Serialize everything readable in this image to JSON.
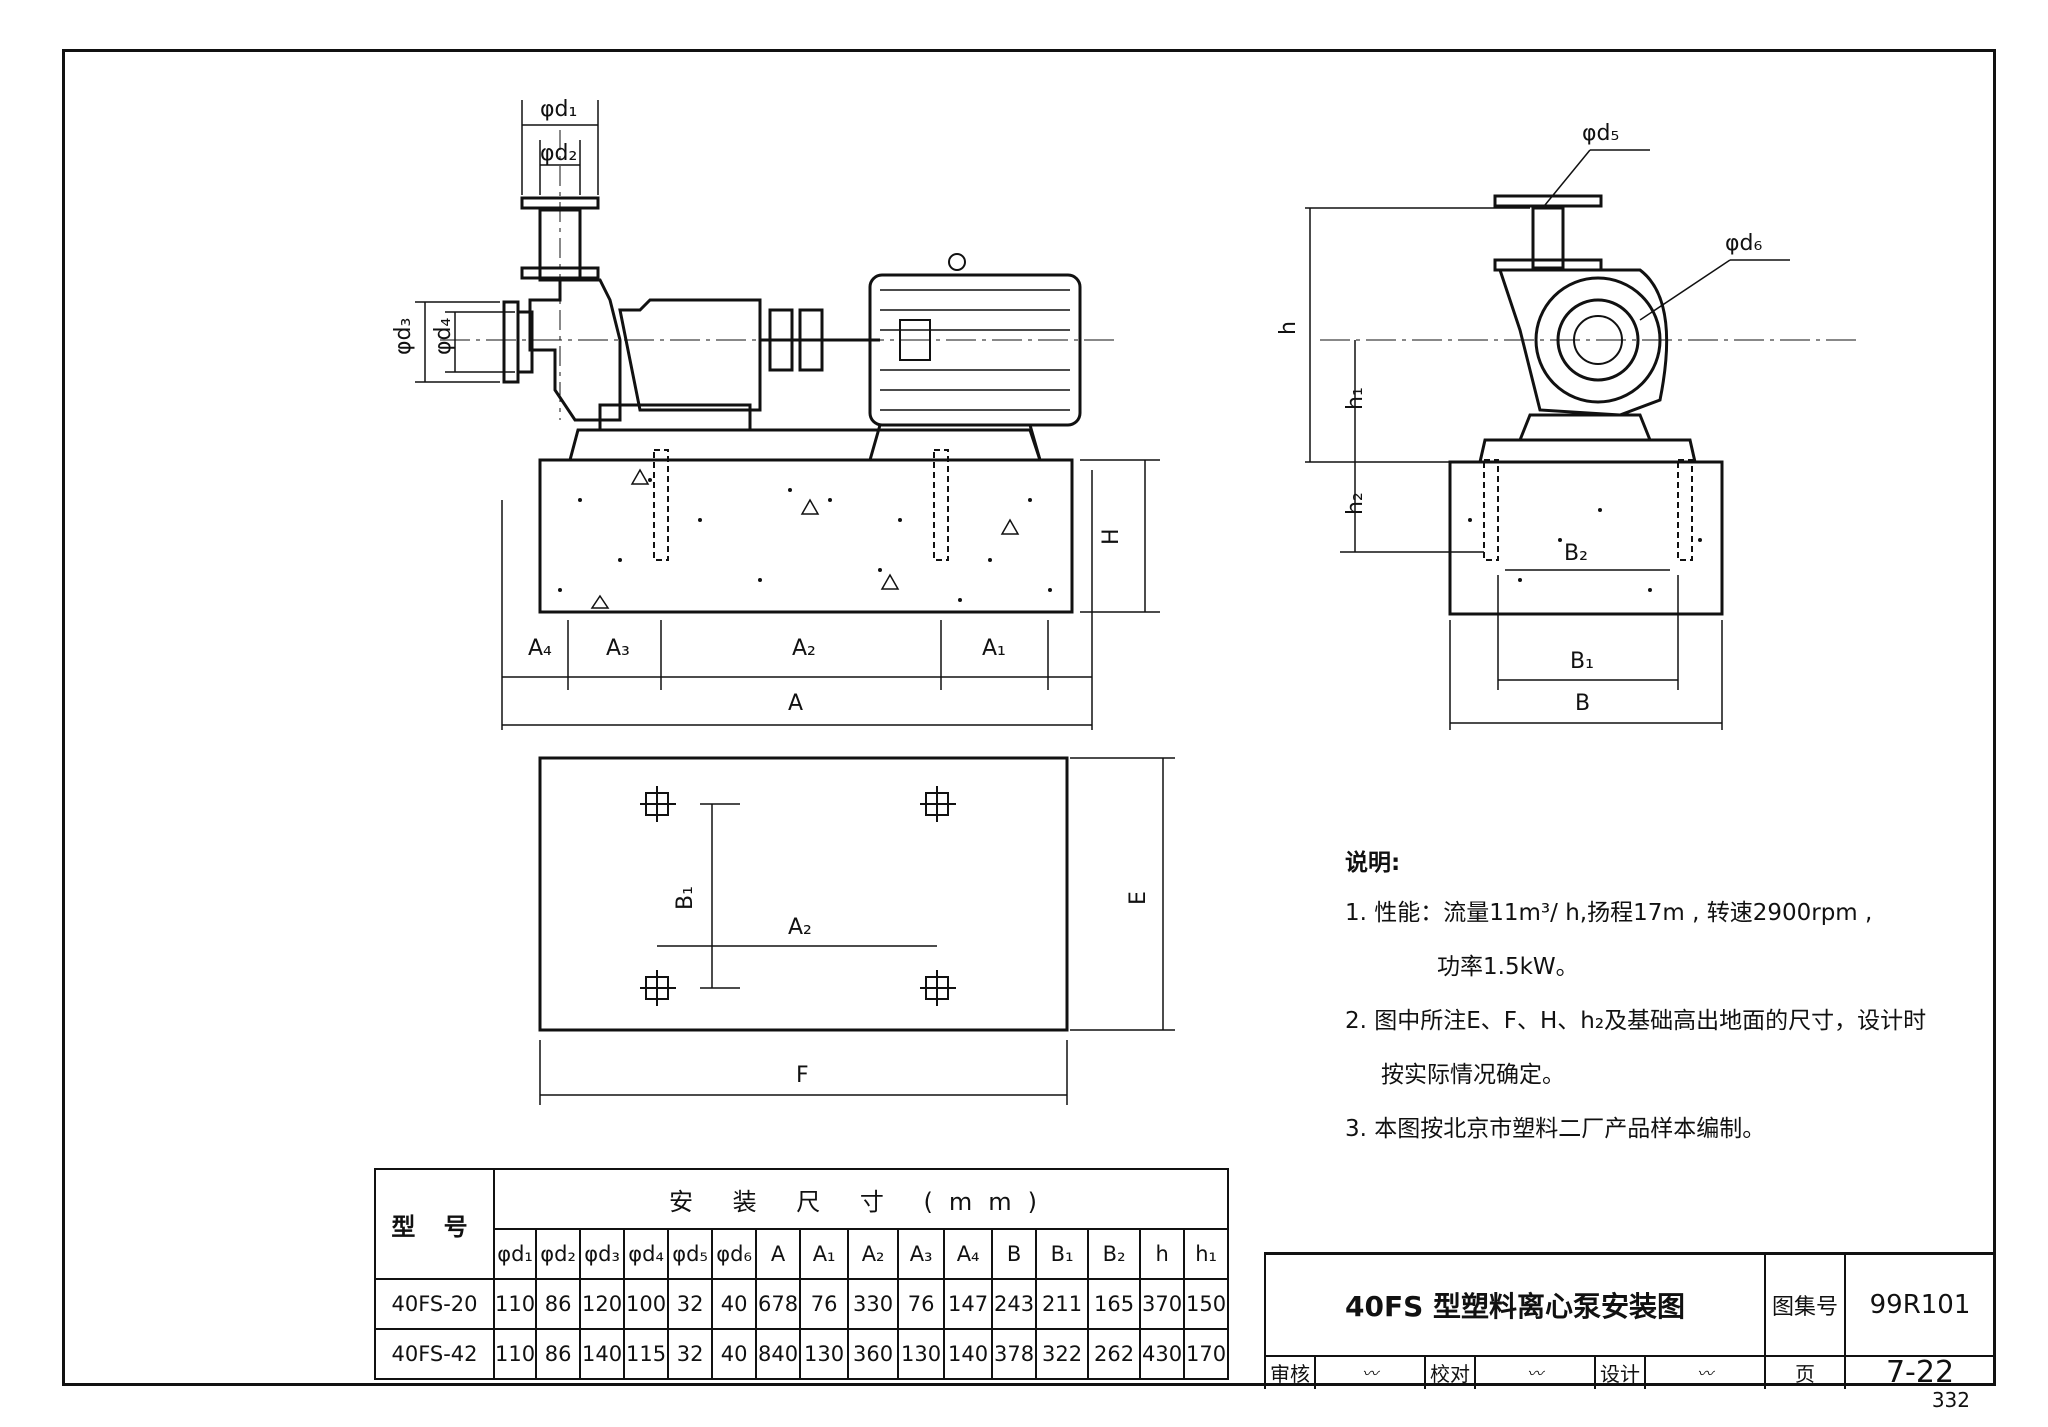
{
  "notes": {
    "heading": "说明:",
    "item1_line1": "1. 性能：流量11m³/ h,扬程17m , 转速2900rpm ,",
    "item1_line2": "功率1.5kW。",
    "item2_line1": "2. 图中所注E、F、H、h₂及基础高出地面的尺寸，设计时",
    "item2_line2": "按实际情况确定。",
    "item3": "3. 本图按北京市塑料二厂产品样本编制。"
  },
  "labels": {
    "d1": "φd₁",
    "d2": "φd₂",
    "d3": "φd₃",
    "d4": "φd₄",
    "d5": "φd₅",
    "d6": "φd₆",
    "A": "A",
    "A1": "A₁",
    "A2": "A₂",
    "A3": "A₃",
    "A4": "A₄",
    "B": "B",
    "B1": "B₁",
    "B2": "B₂",
    "H": "H",
    "h": "h",
    "h1": "h₁",
    "h2": "h₂",
    "E": "E",
    "F": "F"
  },
  "table": {
    "model_header": "型 号",
    "group_header": "安 装 尺 寸 (mm)",
    "columns": [
      "φd₁",
      "φd₂",
      "φd₃",
      "φd₄",
      "φd₅",
      "φd₆",
      "A",
      "A₁",
      "A₂",
      "A₃",
      "A₄",
      "B",
      "B₁",
      "B₂",
      "h",
      "h₁"
    ],
    "rows": [
      {
        "model": "40FS-20",
        "values": [
          "110",
          "86",
          "120",
          "100",
          "32",
          "40",
          "678",
          "76",
          "330",
          "76",
          "147",
          "243",
          "211",
          "165",
          "370",
          "150"
        ]
      },
      {
        "model": "40FS-42",
        "values": [
          "110",
          "86",
          "140",
          "115",
          "32",
          "40",
          "840",
          "130",
          "360",
          "130",
          "140",
          "378",
          "322",
          "262",
          "430",
          "170"
        ]
      }
    ]
  },
  "title_block": {
    "drawing_title": "40FS 型塑料离心泵安装图",
    "atlas_label": "图集号",
    "atlas_no": "99R101",
    "page_label": "页",
    "page_no": "7-22",
    "review_label": "审核",
    "check_label": "校对",
    "design_label": "设计"
  },
  "sheet_number": "332"
}
